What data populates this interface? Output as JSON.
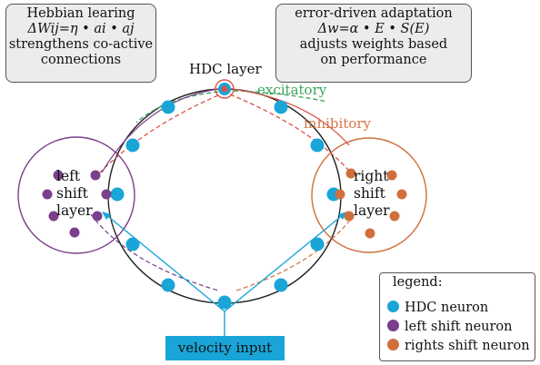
{
  "hebbian": {
    "line1": "Hebbian learing",
    "line2": "ΔWij=η • ai • aj",
    "line3": "strengthens co-active",
    "line4": "connections"
  },
  "error_driven": {
    "line1": "error-driven adaptation",
    "line2": "Δw=α • E • S(E)",
    "line3": "adjusts weights based",
    "line4": "on performance"
  },
  "labels": {
    "hdc_layer": "HDC layer",
    "excitatory": "excitatory",
    "inhibitory": "inhibitory",
    "left_line1": "left",
    "left_line2": "shift",
    "left_line3": "layer",
    "right_line1": "right",
    "right_line2": "shift",
    "right_line3": "layer",
    "velocity_input": "velocity input"
  },
  "legend": {
    "title": "legend:",
    "items": [
      {
        "label": "HDC neuron",
        "color": "#1aa5d8"
      },
      {
        "label": "left shift neuron",
        "color": "#7b3f8c"
      },
      {
        "label": "rights shift neuron",
        "color": "#d06f3c"
      }
    ]
  },
  "colors": {
    "hdc": "#1aa5d8",
    "left_shift": "#7b3f8c",
    "right_shift": "#d06f3c",
    "excitatory": "#3aa55a",
    "inhibitory": "#d8544a"
  }
}
